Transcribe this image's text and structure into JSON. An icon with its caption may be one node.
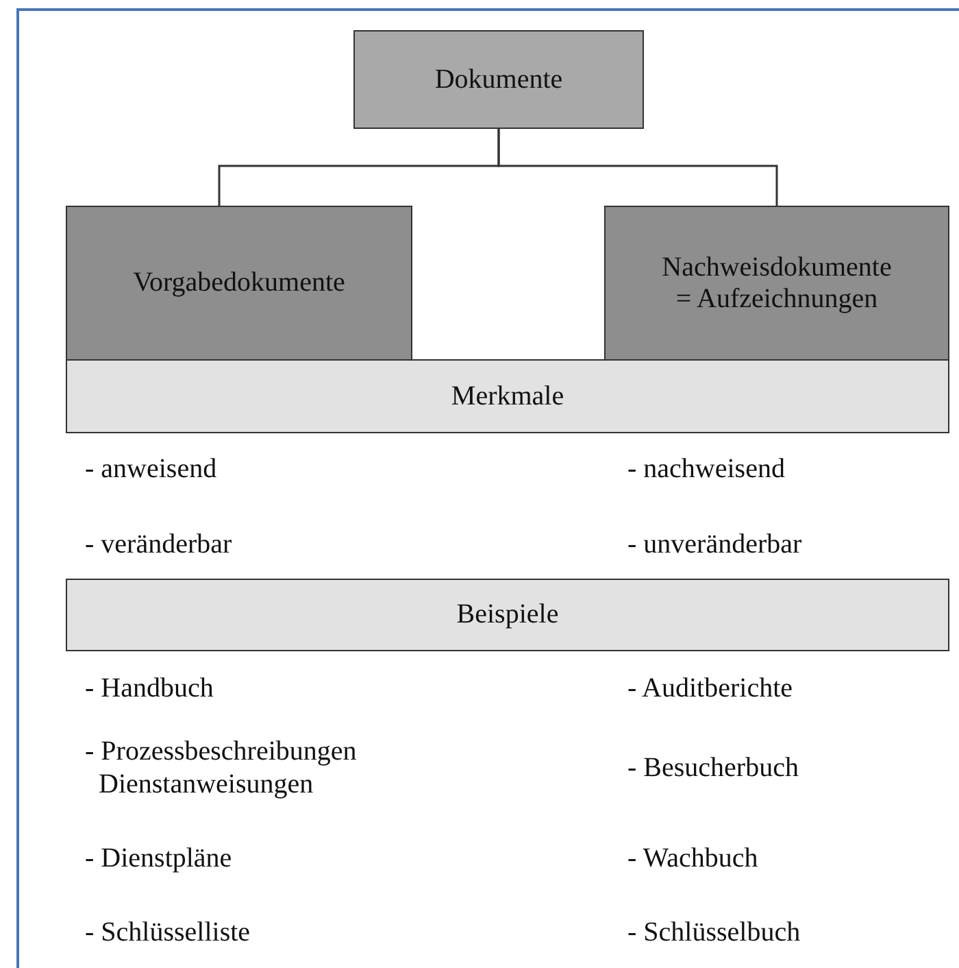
{
  "diagram": {
    "nodes": [
      {
        "text": [
          "Dokumente"
        ]
      },
      {
        "text": [
          "Vorgabedokumente"
        ]
      },
      {
        "text": [
          "Nachweisdokumente = Aufzeichnungen"
        ]
      },
      {
        "text": [
          "Merkmale"
        ]
      },
      {
        "text": [
          "Beispiele"
        ]
      }
    ],
    "edges": [
      {
        "from": 0,
        "to": 1,
        "arrow": "none"
      },
      {
        "from": 0,
        "to": 2,
        "arrow": "none"
      }
    ],
    "labels": [
      "- anweisend",
      "- nachweisend",
      "- veränderbar",
      "- unveränderbar",
      "- Handbuch",
      "- Auditberichte",
      "- Prozessbeschreibungen Dienstanweisungen",
      "- Besucherbuch",
      "- Dienstpläne",
      "- Wachbuch",
      "- Schlüsselliste",
      "- Schlüsselbuch"
    ]
  }
}
